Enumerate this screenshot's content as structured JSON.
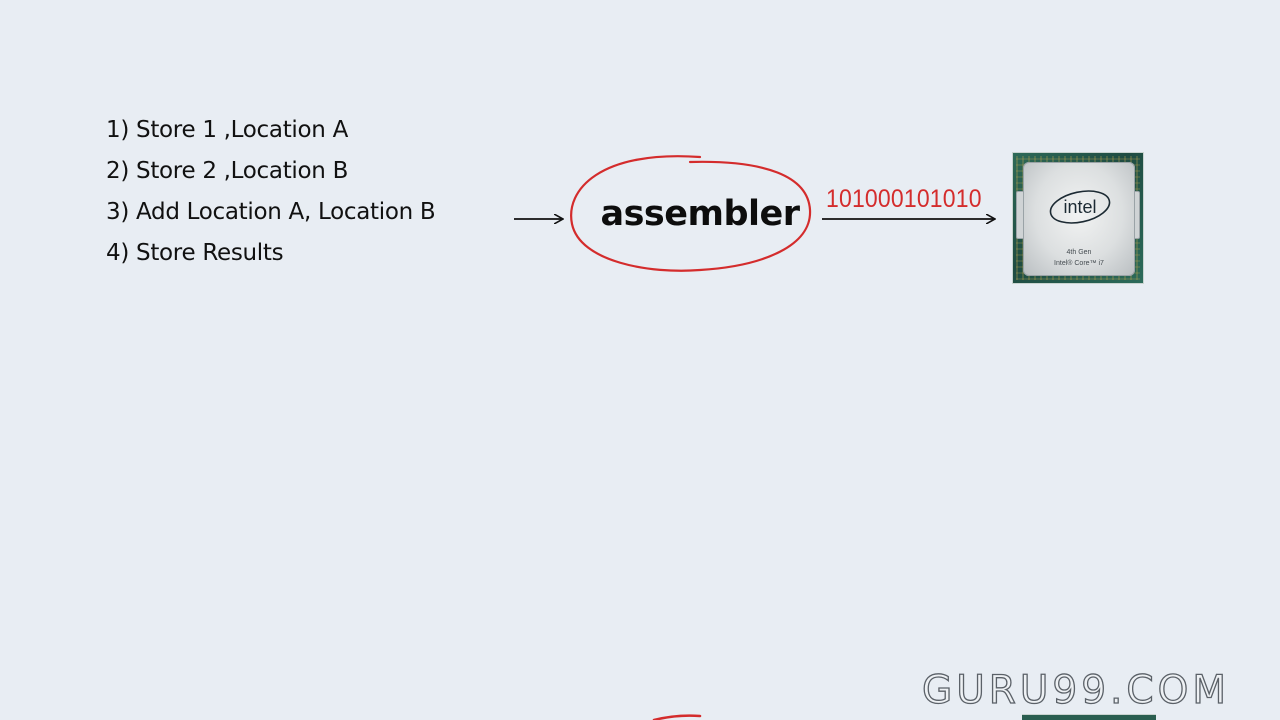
{
  "instructions": [
    "1) Store 1 ,Location A",
    "2) Store 2 ,Location B",
    "3) Add Location A, Location B",
    "4) Store Results"
  ],
  "assembler": {
    "label": "assembler"
  },
  "binary_output": "101000101010",
  "cpu": {
    "brand": "intel",
    "generation": "4th Gen",
    "model": "Intel® Core™ i7"
  },
  "watermark": "GURU99.COM",
  "colors": {
    "background": "#e8edf3",
    "accent_red": "#d42c2c",
    "text": "#111111",
    "cpu_board": "#2a5e50"
  }
}
